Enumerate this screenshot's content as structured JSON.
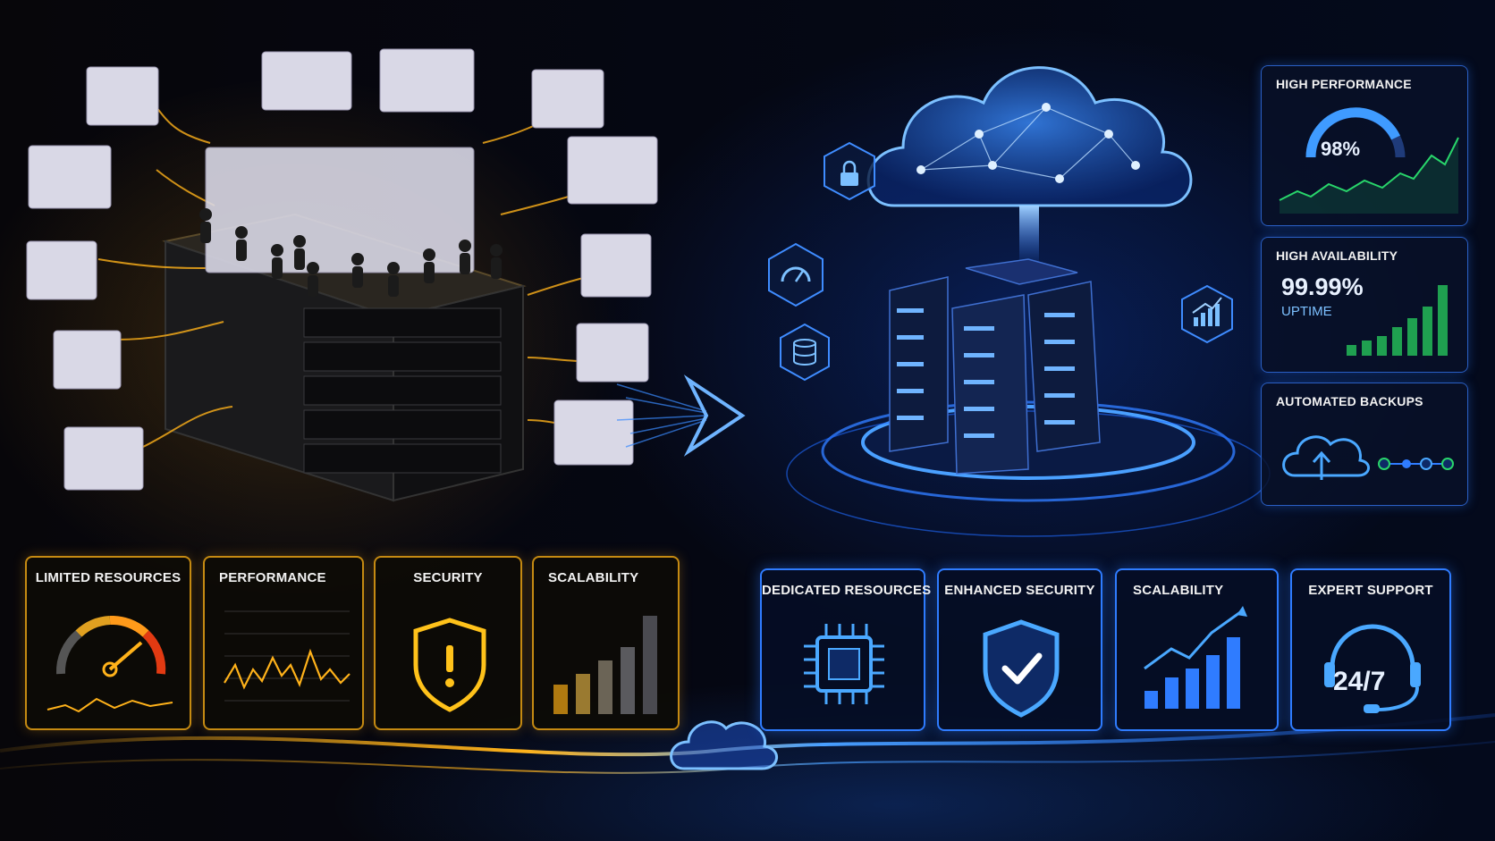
{
  "left_panels": [
    {
      "title": "LIMITED RESOURCES",
      "icon": "speedometer-icon"
    },
    {
      "title": "PERFORMANCE",
      "icon": "line-chart-icon"
    },
    {
      "title": "SECURITY",
      "icon": "warning-shield-icon"
    },
    {
      "title": "SCALABILITY",
      "icon": "bar-chart-icon"
    }
  ],
  "right_panels": [
    {
      "title": "DEDICATED RESOURCES",
      "icon": "cpu-chip-icon"
    },
    {
      "title": "ENHANCED SECURITY",
      "icon": "check-shield-icon"
    },
    {
      "title": "SCALABILITY",
      "icon": "growth-chart-icon"
    },
    {
      "title": "EXPERT SUPPORT",
      "icon": "headset-icon",
      "value": "24/7"
    }
  ],
  "stats": {
    "performance": {
      "title": "HIGH PERFORMANCE",
      "gauge_value": "98%",
      "gauge_level": 0.98
    },
    "availability": {
      "title": "HIGH AVAILABILITY",
      "value": "99.99%",
      "unit": "UPTIME"
    },
    "backups": {
      "title": "AUTOMATED BACKUPS",
      "icon": "cloud-upload-icon"
    }
  },
  "feature_icons": [
    "lock-icon",
    "gauge-icon",
    "database-icon",
    "chart-up-icon"
  ],
  "colors": {
    "shared_accent": "#ffb21a",
    "dedicated_accent": "#2f8cff",
    "success": "#29d56b"
  }
}
